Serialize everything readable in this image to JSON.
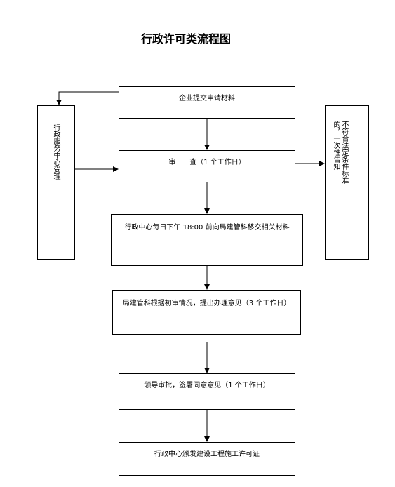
{
  "title": "行政许可类流程图",
  "nodes": {
    "submit": "企业提交申请材料",
    "review": "审　　查（1 个工作日）",
    "center_accept": "行政服务中心受理",
    "noncompliant": "不符合法定条件标准的，一次性告知",
    "transfer": "行政中心每日下午 18:00 前向局建管科移交相关材料",
    "initial_review": "局建管科根据初审情况，提出办理意见（3 个工作日）",
    "approval": "领导审批，签署同意意见（1 个工作日）",
    "issue": "行政中心颁发建设工程施工许可证"
  }
}
